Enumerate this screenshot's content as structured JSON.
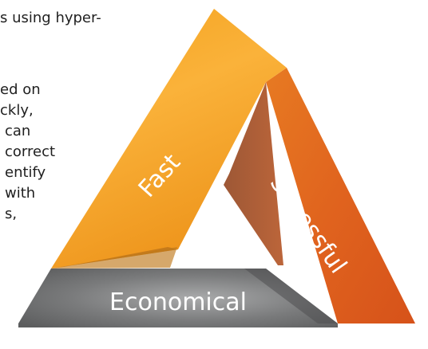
{
  "body_text": [
    "s using hyper-",
    "ed on",
    "ckly,",
    "can",
    "correct",
    "entify",
    "with",
    "s,"
  ],
  "triangle": {
    "left_label": "Fast",
    "right_label": "Sucessful",
    "bottom_label": "Economical"
  },
  "colors": {
    "fast_orange": "#F6A623",
    "successful_orange": "#E2661F",
    "economical_gray": "#6E6F70",
    "text": "#1F1F1F"
  }
}
